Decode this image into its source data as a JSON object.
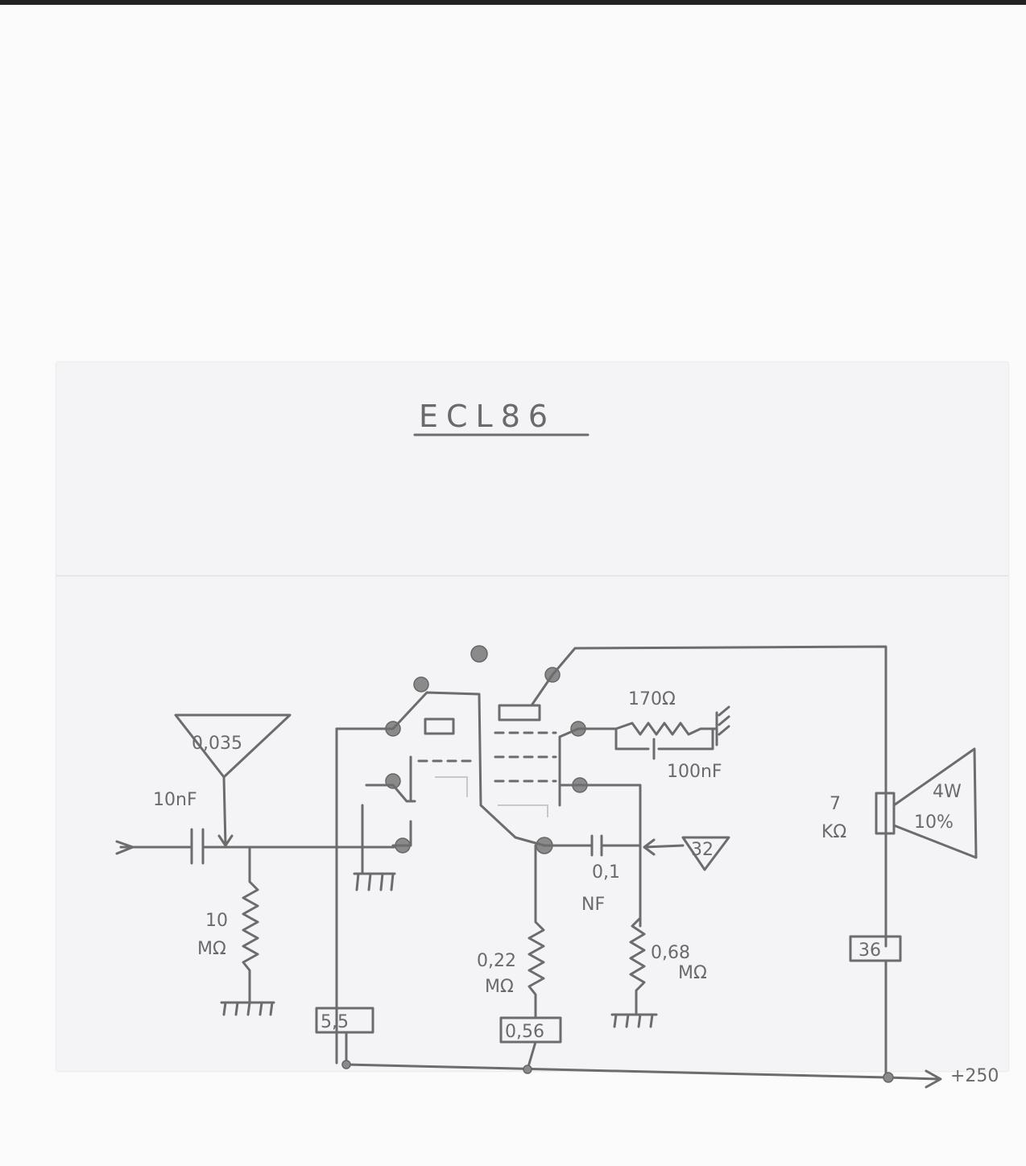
{
  "title": "ECL86",
  "components": {
    "input_cap": "10nF",
    "input_voltage": "0,035",
    "grid_resistor_value": "10",
    "grid_resistor_unit": "MΩ",
    "cathode_resistor": "170Ω",
    "cathode_cap": "100nF",
    "coupling_cap_value": "0,1",
    "coupling_cap_unit": "NF",
    "feedback_voltage": "32",
    "plate_resistor_value": "0,22",
    "plate_resistor_unit": "MΩ",
    "grid_leak_value": "0,68",
    "grid_leak_unit": "MΩ",
    "transformer_value": "7",
    "transformer_unit": "KΩ",
    "speaker_power": "4W",
    "speaker_distortion": "10%",
    "voltage_triode_plate": "5,5",
    "voltage_triode_supply": "0,56",
    "voltage_pentode": "36",
    "supply": "+250"
  }
}
